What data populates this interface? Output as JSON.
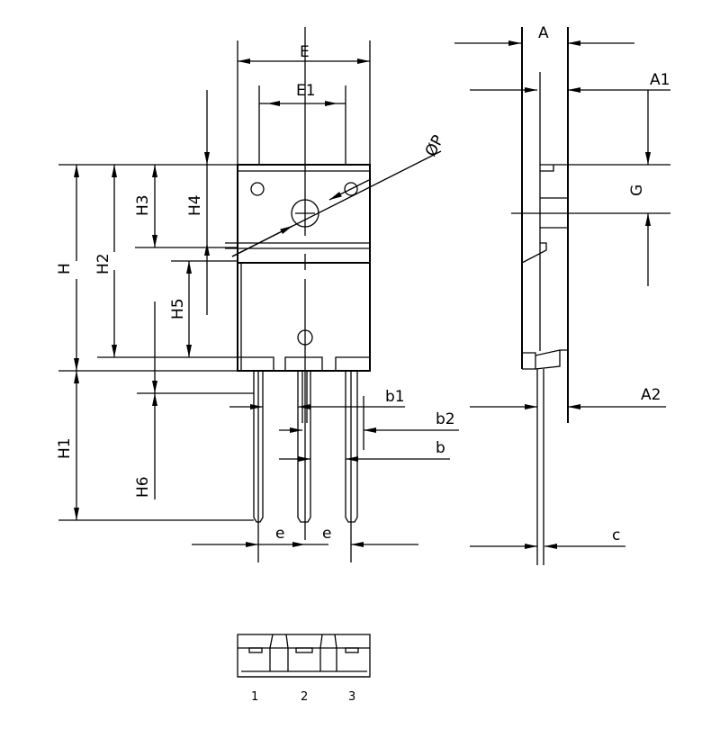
{
  "title": "TO-3PF package outline drawing",
  "labels": {
    "E": "E",
    "E1": "E1",
    "P": "ØP",
    "H": "H",
    "H1": "H1",
    "H2": "H2",
    "H3": "H3",
    "H4": "H4",
    "H5": "H5",
    "H6": "H6",
    "b1": "b1",
    "b2": "b2",
    "b": "b",
    "e1": "e",
    "e2": "e",
    "A": "A",
    "A1": "A1",
    "A2": "A2",
    "G": "G",
    "c": "c"
  },
  "pins": [
    "1",
    "2",
    "3"
  ]
}
